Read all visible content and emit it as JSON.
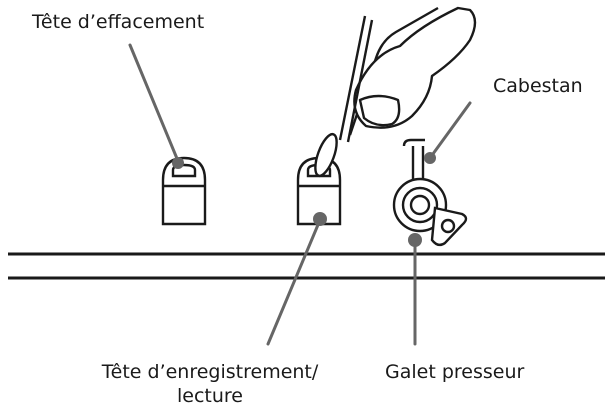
{
  "labels": {
    "erase_head": "Tête d’effacement",
    "capstan": "Cabestan",
    "record_head_line1": "Tête d’enregistrement/",
    "record_head_line2": "lecture",
    "pinch_roller": "Galet presseur"
  },
  "colors": {
    "line": "#1a1a1a",
    "leader": "#666666",
    "background": "#ffffff"
  },
  "icons": {
    "cleaning": "cotton-swab-icon",
    "hand": "hand-icon"
  }
}
